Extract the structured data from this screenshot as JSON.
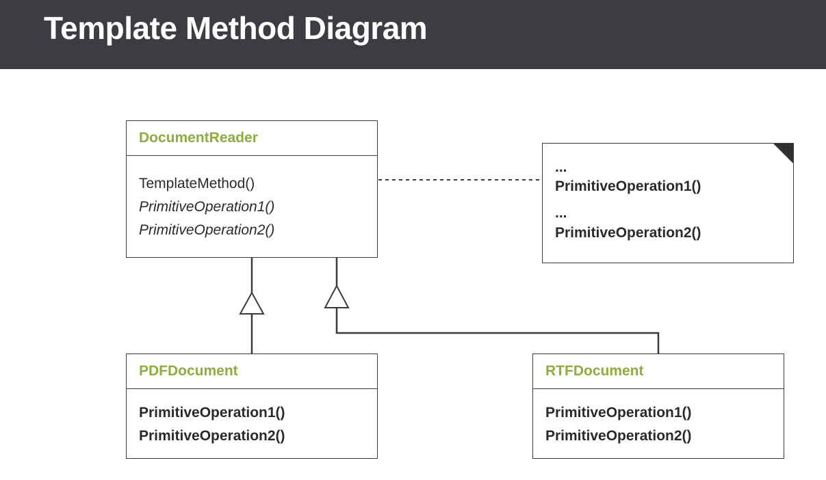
{
  "title": "Template Method Diagram",
  "abstract_class": {
    "name": "DocumentReader",
    "template_method": "TemplateMethod()",
    "abstract_ops": [
      "PrimitiveOperation1()",
      "PrimitiveOperation2()"
    ]
  },
  "note": {
    "lines": [
      "...",
      "PrimitiveOperation1()",
      "...",
      "PrimitiveOperation2()"
    ]
  },
  "subclasses": [
    {
      "name": "PDFDocument",
      "ops": [
        "PrimitiveOperation1()",
        "PrimitiveOperation2()"
      ]
    },
    {
      "name": "RTFDocument",
      "ops": [
        "PrimitiveOperation1()",
        "PrimitiveOperation2()"
      ]
    }
  ]
}
